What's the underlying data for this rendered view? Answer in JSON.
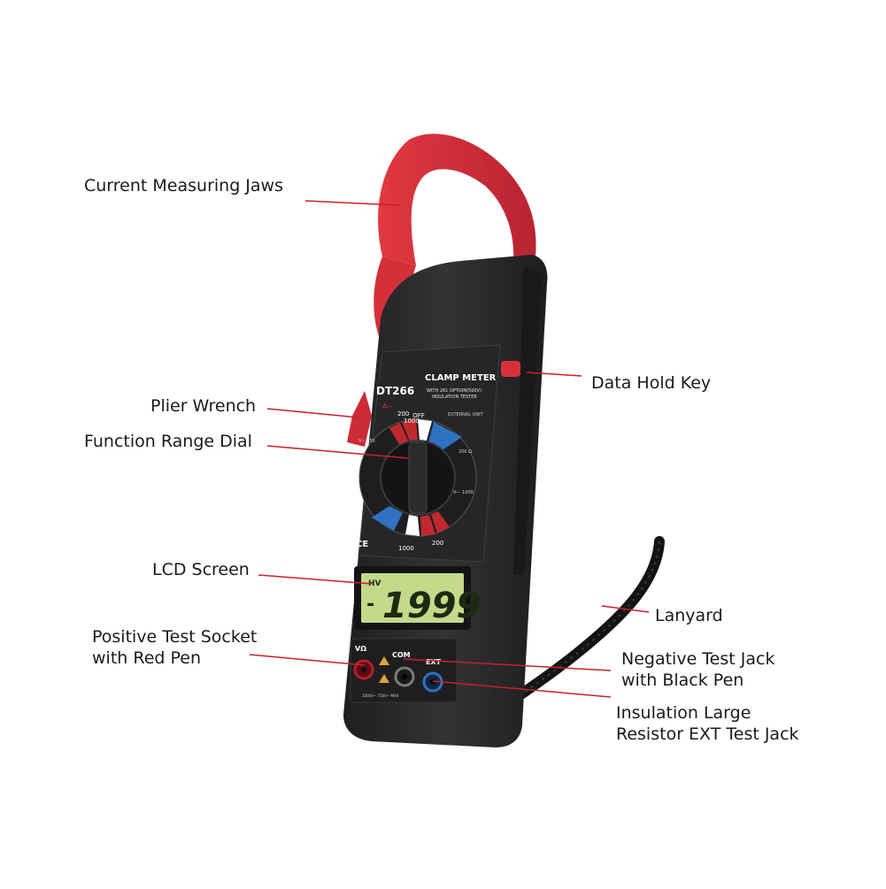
{
  "labels": {
    "jaws": "Current Measuring Jaws",
    "data_hold": "Data Hold Key",
    "plier": "Plier Wrench",
    "dial": "Function Range Dial",
    "lcd": "LCD Screen",
    "lanyard": "Lanyard",
    "positive": [
      "Positive Test Socket",
      "with Red Pen"
    ],
    "negative": [
      "Negative Test Jack",
      "with Black Pen"
    ],
    "insulation": [
      "Insulation Large",
      "Resistor EXT Test Jack"
    ]
  },
  "device": {
    "model": "DT266",
    "title": "CLAMP METER",
    "subtitle_1": "WITH 261 OPTION(500V)",
    "subtitle_2": "INSULATION TESTER",
    "display_value": "1999",
    "display_prefix": "-",
    "display_mode": "HV",
    "ce_mark": "CE",
    "dial_off": "OFF",
    "dial_top": [
      "200",
      "1000"
    ],
    "dial_bottom": [
      "1000",
      "200"
    ],
    "dial_external": "EXTERNAL UNIT",
    "dial_ac": "A~",
    "dial_vac": "V~ 750",
    "dial_vdc": "V— 1000",
    "dial_res": "20K Ω",
    "jack_v": "VΩ",
    "jack_com": "COM",
    "jack_ext": "EXT",
    "jack_rating": "1000V~ 750V~ MAX"
  },
  "colors": {
    "jaw": "#d8303a",
    "body": "#2a2a2c",
    "lcd": "#c5d98a",
    "leader": "#c8202a",
    "dial_red": "#c0282e",
    "dial_blue": "#2f72c2"
  }
}
